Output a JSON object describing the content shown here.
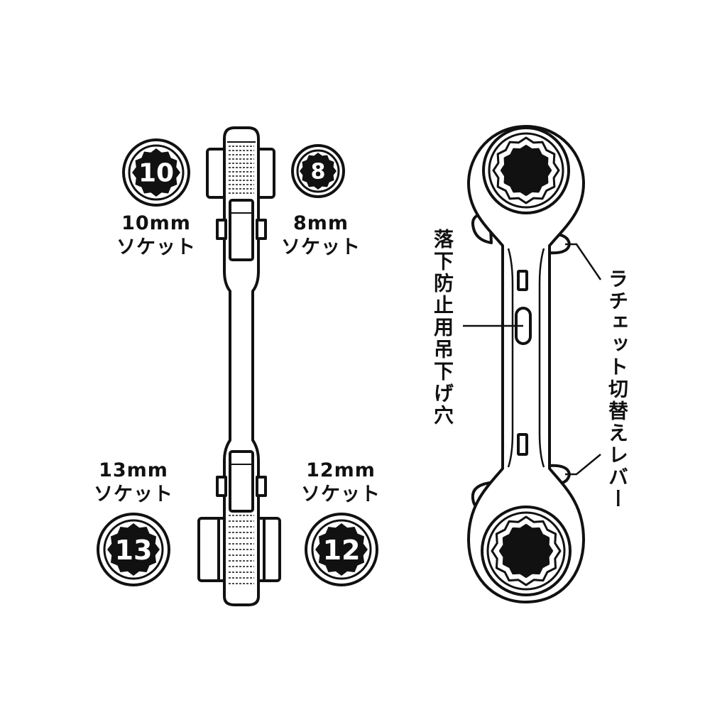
{
  "sockets": [
    {
      "id": "10",
      "number": "10",
      "size_label": "10mm",
      "word": "ソケット"
    },
    {
      "id": "8",
      "number": "8",
      "size_label": "8mm",
      "word": "ソケット"
    },
    {
      "id": "13",
      "number": "13",
      "size_label": "13mm",
      "word": "ソケット"
    },
    {
      "id": "12",
      "number": "12",
      "size_label": "12mm",
      "word": "ソケット"
    }
  ],
  "callouts": {
    "hang_hole": "落下防止用吊下げ穴",
    "ratchet_lever": "ラチェット切替えレバー"
  },
  "colors": {
    "ink": "#111111",
    "paper": "#ffffff"
  }
}
